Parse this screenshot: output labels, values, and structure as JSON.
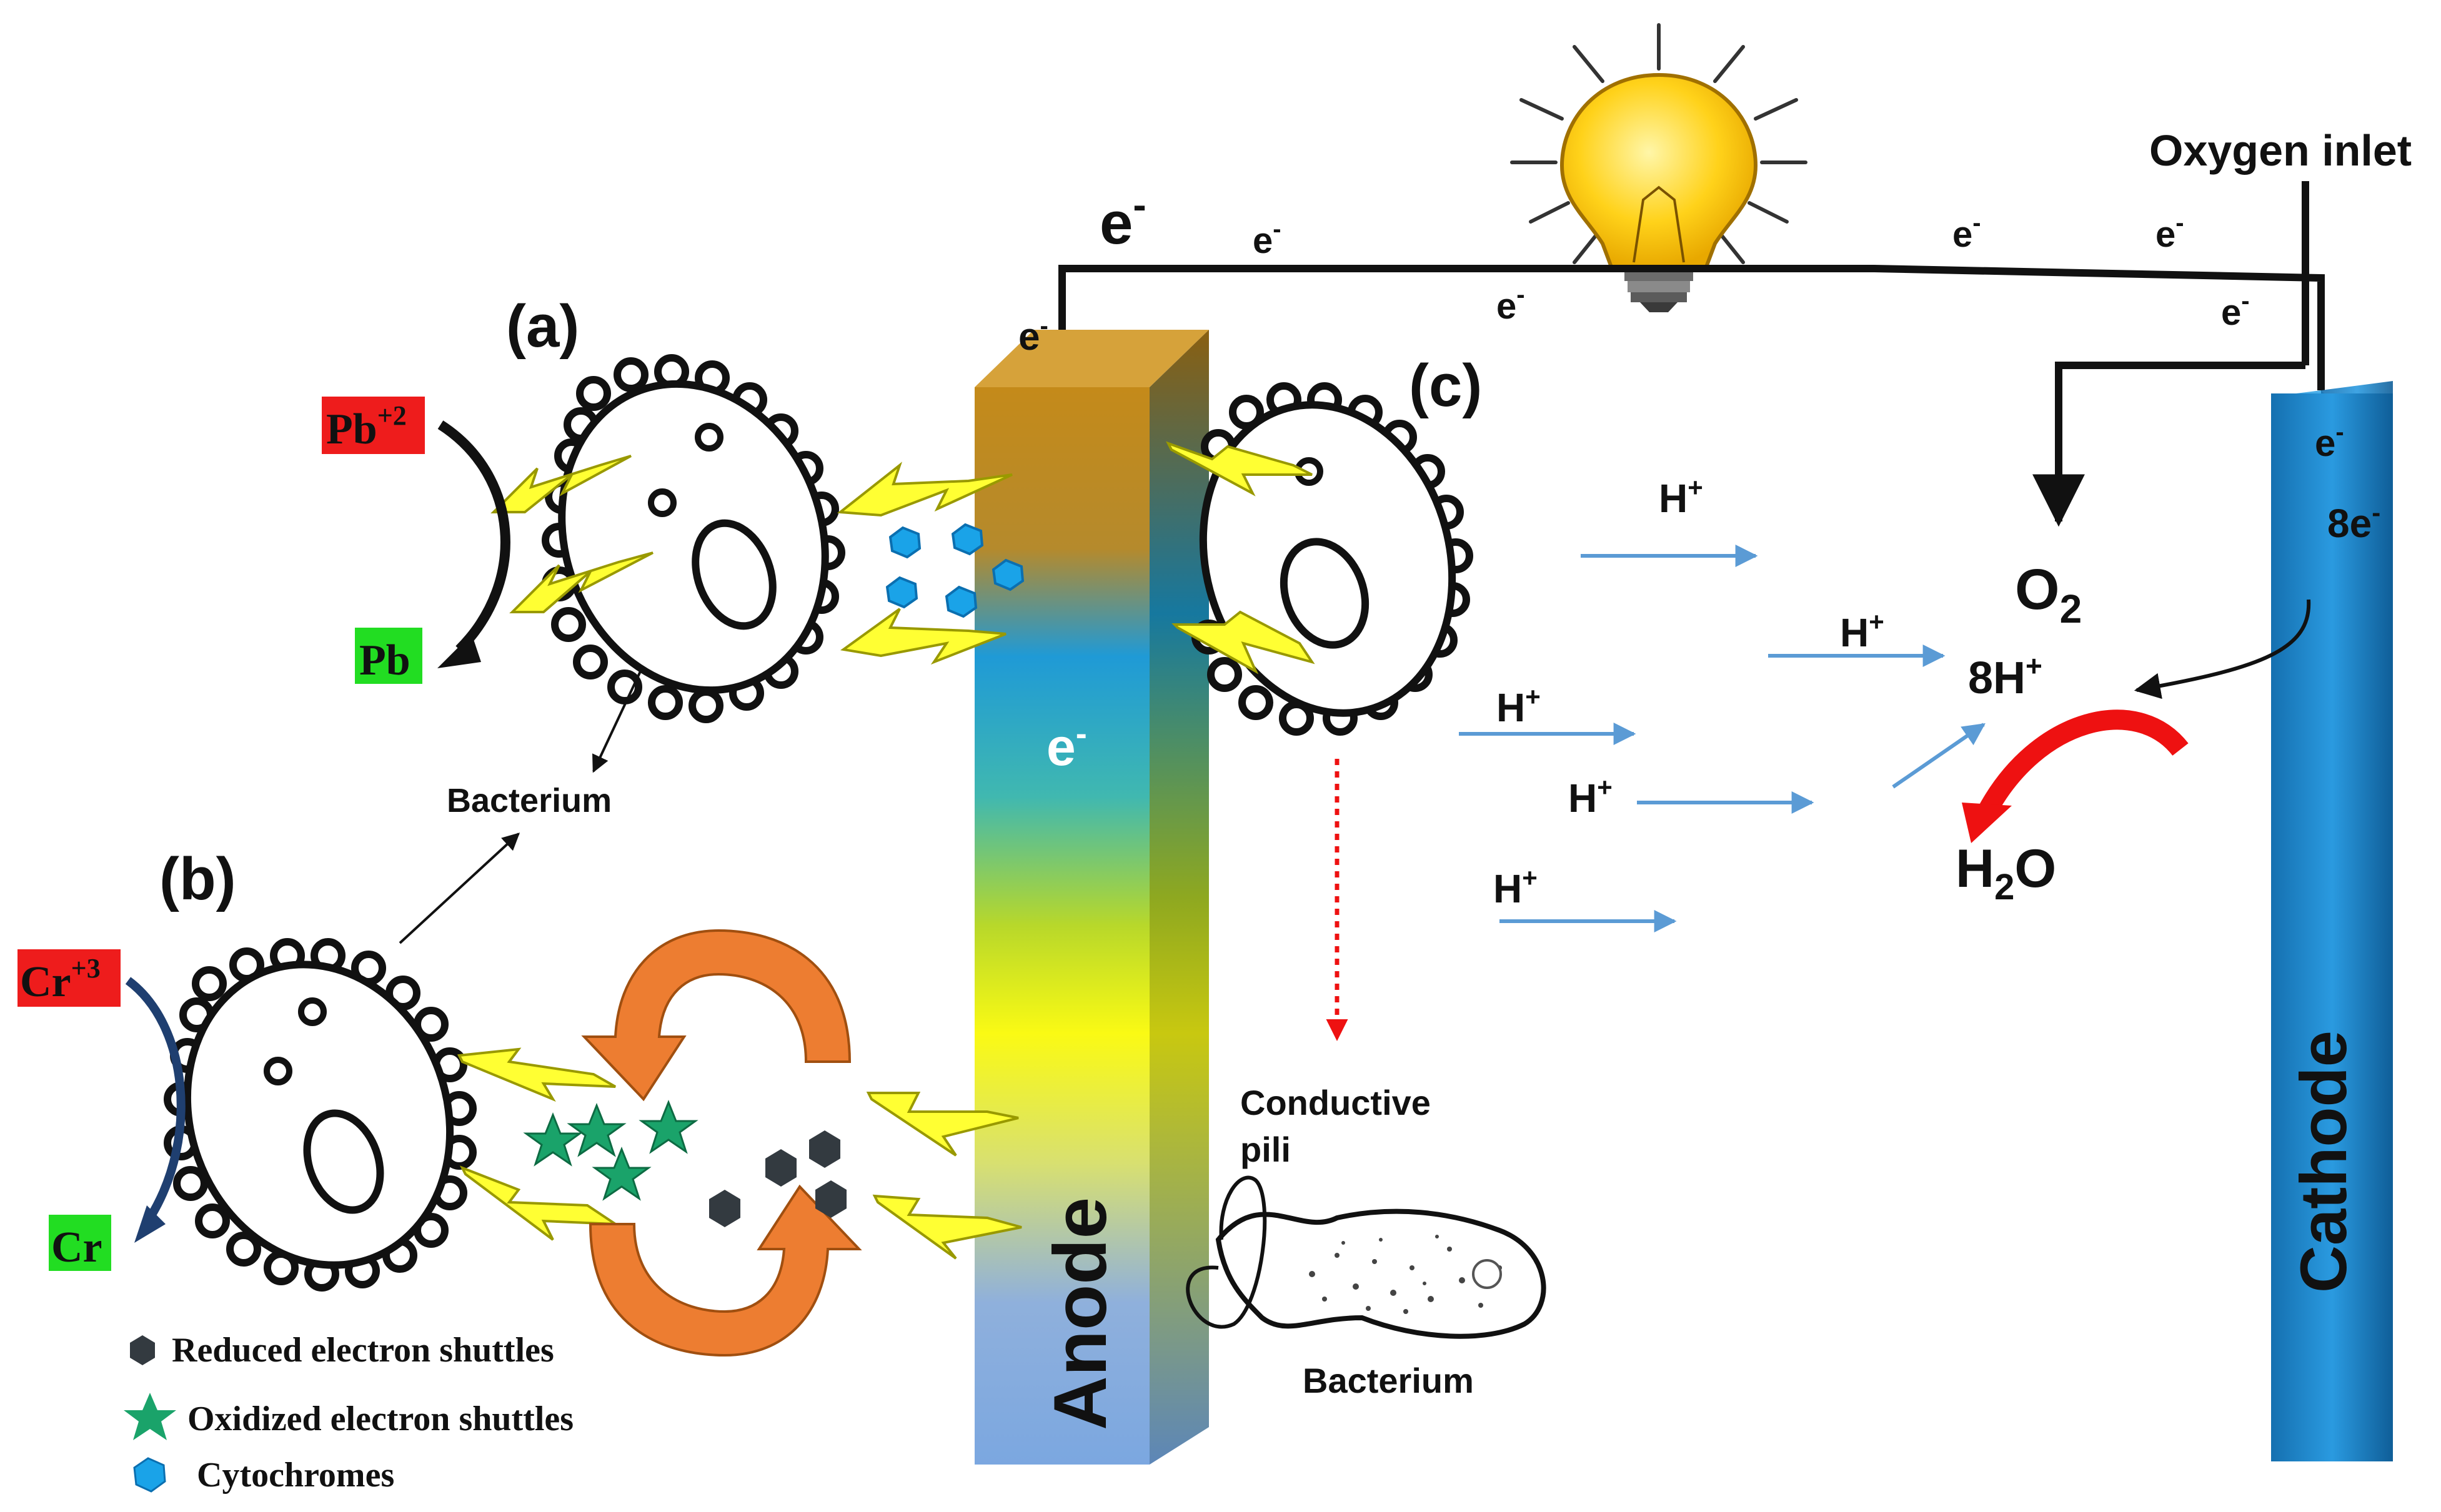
{
  "labels": {
    "panel_a": "(a)",
    "panel_b": "(b)",
    "panel_c": "(c)",
    "anode": "Anode",
    "cathode": "Cathode",
    "oxygen_inlet": "Oxygen inlet",
    "o2": "O",
    "o2_sub": "2",
    "h2o_h": "H",
    "h2o_sub": "2",
    "h2o_o": "O",
    "eight_h_plus": "8H",
    "eight_e": "8e",
    "conductive_pili_line1": "Conductive",
    "conductive_pili_line2": "pili",
    "bacterium": "Bacterium",
    "bacterium_lower": "Bacterium"
  },
  "ions": {
    "pb2": "Pb",
    "pb2_charge": "+2",
    "pb": "Pb",
    "cr3": "Cr",
    "cr3_charge": "+3",
    "cr": "Cr"
  },
  "electron": {
    "symbol": "e",
    "charge": "-"
  },
  "proton": {
    "symbol": "H",
    "charge": "+"
  },
  "legend": {
    "reduced": "Reduced electron shuttles",
    "oxidized": "Oxidized electron shuttles",
    "cytochromes": "Cytochromes"
  },
  "colors": {
    "ion_before": "#ee1c1c",
    "ion_after": "#22dd22",
    "anode_label": "#d2202f",
    "cathode_body": "#1f86c9",
    "proton_arrow": "#5b9bd5",
    "reaction_arrow": "#ee1111",
    "shuttle_cycle": "#ed7d31",
    "lightning": "#ffff33",
    "cytochrome": "#1aa3e8",
    "oxidized_shuttle": "#1aa36a",
    "reduced_shuttle": "#333a40"
  }
}
